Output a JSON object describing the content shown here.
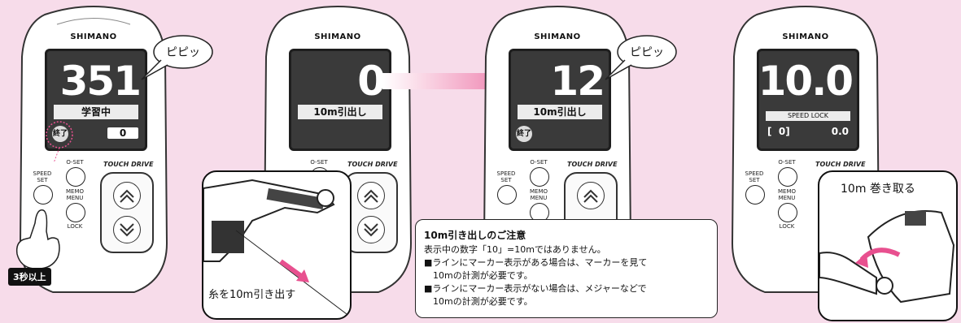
{
  "colors": {
    "background": "#f7dcea",
    "screen": "#3a3a3a",
    "arrow": "#e8508f"
  },
  "panels": [
    {
      "brand": "SHIMANO",
      "display": "351",
      "mode": "学習中",
      "end_label": "終了",
      "value": "0",
      "bubble": "ピピッ"
    },
    {
      "brand": "SHIMANO",
      "display": "0",
      "mode": "10m引出し"
    },
    {
      "brand": "SHIMANO",
      "display": "12",
      "mode": "10m引出し",
      "end_label": "終了",
      "bubble": "ピピッ"
    },
    {
      "brand": "SHIMANO",
      "display": "10.0",
      "mode": "SPEED LOCK",
      "left_value": "[  0]",
      "right_value": "0.0"
    }
  ],
  "buttons": {
    "speed_set": "SPEED\nSET",
    "oset": "O-SET",
    "memo": "MEMO",
    "menu": "MENU",
    "lock": "LOCK",
    "logo": "TOUCH DRIVE"
  },
  "hold_label": "3秒以上",
  "inset_left_caption": "糸を10m引き出す",
  "inset_right_caption": "10m 巻き取る",
  "note": {
    "title": "10m引き出しのご注意",
    "lines": [
      "表示中の数字「10」=10mではありません。",
      "■ラインにマーカー表示がある場合は、マーカーを見て",
      "　10mの計測が必要です。",
      "■ラインにマーカー表示がない場合は、メジャーなどで",
      "　10mの計測が必要です。"
    ]
  },
  "icons": [
    "speech-bubble-icon",
    "hand-press-icon",
    "reel-icon",
    "arrow-right-icon",
    "chevron-up-icon",
    "chevron-down-icon"
  ]
}
